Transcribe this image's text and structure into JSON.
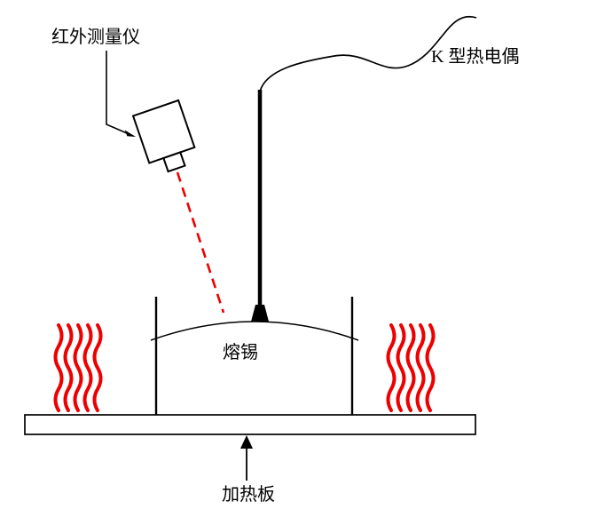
{
  "labels": {
    "infrared_meter": "红外测量仪",
    "k_thermocouple": "K 型热电偶",
    "molten_tin": "熔锡",
    "heating_plate": "加热板"
  },
  "colors": {
    "line": "#000000",
    "laser": "#ee0000",
    "heat": "#ee0000",
    "plate_fill": "#ffffff"
  }
}
